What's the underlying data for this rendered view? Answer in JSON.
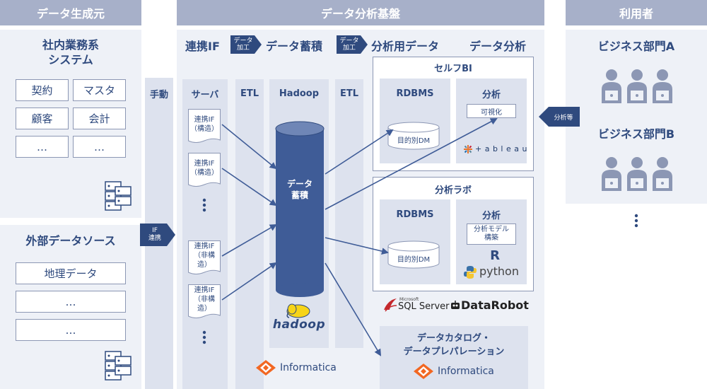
{
  "headers": {
    "source": "データ生成元",
    "platform": "データ分析基盤",
    "users": "利用者"
  },
  "source": {
    "internal_title": "社内業務系\nシステム",
    "internal_items": [
      "契約",
      "マスタ",
      "顧客",
      "会計",
      "…",
      "…"
    ],
    "external_title": "外部データソース",
    "external_items": [
      "地理データ",
      "…",
      "…"
    ]
  },
  "manual": {
    "label": "手動",
    "if_tag": "IF\n連携"
  },
  "flow": {
    "step1": "連携IF",
    "tag1": "データ\n加工",
    "step2": "データ蓄積",
    "tag2": "データ\n加工",
    "step3": "分析用データ",
    "step4": "データ分析"
  },
  "lanes": {
    "server": "サーバ",
    "etl1": "ETL",
    "hadoop": "Hadoop",
    "etl2": "ETL"
  },
  "docs": [
    "連携IF\n（構造）",
    "連携IF\n（構造）",
    "連携IF\n（非構造）",
    "連携IF\n（非構造）"
  ],
  "cylinder_label": "データ\n蓄積",
  "logos": {
    "hadoop": "hadoop",
    "informatica": "Informatica",
    "sqlserver": "SQL Server",
    "sqlserver_small": "Microsoft",
    "datarobot": "DataRobot",
    "tableau": "+ a b l e a u",
    "python": "python",
    "r": "R"
  },
  "selfbi": {
    "title": "セルフBI",
    "rdbms": "RDBMS",
    "analysis": "分析",
    "dm": "目的別DM",
    "vis": "可視化"
  },
  "lab": {
    "title": "分析ラボ",
    "rdbms": "RDBMS",
    "analysis": "分析",
    "dm": "目的別DM",
    "model": "分析モデル\n構築"
  },
  "catalog": {
    "title": "データカタログ・\nデータプレパレーション"
  },
  "users": {
    "arrow_label": "分析等",
    "dept_a": "ビジネス部門A",
    "dept_b": "ビジネス部門B"
  },
  "colors": {
    "header": "#a7b0c9",
    "panel": "#eef1f7",
    "lane": "#dde2ee",
    "dark": "#2f4a7e",
    "cylinder": "#3f5c97",
    "informatica": "#f26722",
    "tableau_blue": "#1f6fb2"
  }
}
